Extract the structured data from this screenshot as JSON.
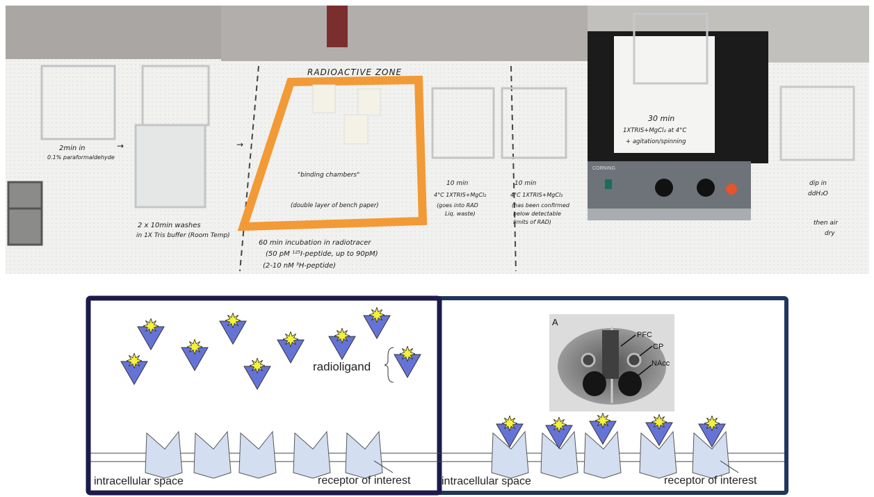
{
  "photos": {
    "step1": {
      "line1": "2min in",
      "line2": "0.1% paraformaldehyde"
    },
    "step2": {
      "line1": "2 x 10min washes",
      "line2": "in 1X Tris buffer (Room Temp)"
    },
    "zone_title": "RADIOACTIVE   ZONE",
    "binding_chambers": "\"binding chambers\"",
    "bench_paper": "(double layer of bench paper)",
    "step3": {
      "line1": "60 min incubation in radiotracer",
      "line2": "(50 pM ¹²⁵I-peptide, up to 90pM)",
      "line3": "(2-10 nM ³H-peptide)"
    },
    "step4": {
      "line1": "10 min",
      "line2": "4°C 1XTRIS+MgCl₂",
      "line3": "(goes into RAD",
      "line4": "Liq. waste)"
    },
    "step5": {
      "line1": "10 min",
      "line2": "4°C 1XTRIS+MgCl₂",
      "line3": "(has been confirmed",
      "line4": "below detectable",
      "line5": "limits of RAD)"
    },
    "step6": {
      "line1": "30 min",
      "line2": "1XTRIS+MgCl₂ at 4°C",
      "line3": "+ agitation/spinning"
    },
    "step7": {
      "line1": "dip in",
      "line2": "ddH₂O",
      "line3": "then air",
      "line4": "dry"
    },
    "device_brand": "CORNING"
  },
  "diagram": {
    "left": {
      "radioligand_label": "radioligand",
      "intracellular_label": "intracellular space",
      "receptor_label": "receptor of interest"
    },
    "right": {
      "intracellular_label": "intracellular space",
      "receptor_label": "receptor of interest"
    },
    "autoradiograph": {
      "panel_letter": "A",
      "labels": [
        "PFC",
        "CP",
        "NAcc"
      ]
    },
    "colors": {
      "ligand": "#6673d6",
      "star": "#f5f03a",
      "receptor": "#d3dff0",
      "left_border": "#1d1a4b",
      "right_border": "#20365f"
    }
  }
}
